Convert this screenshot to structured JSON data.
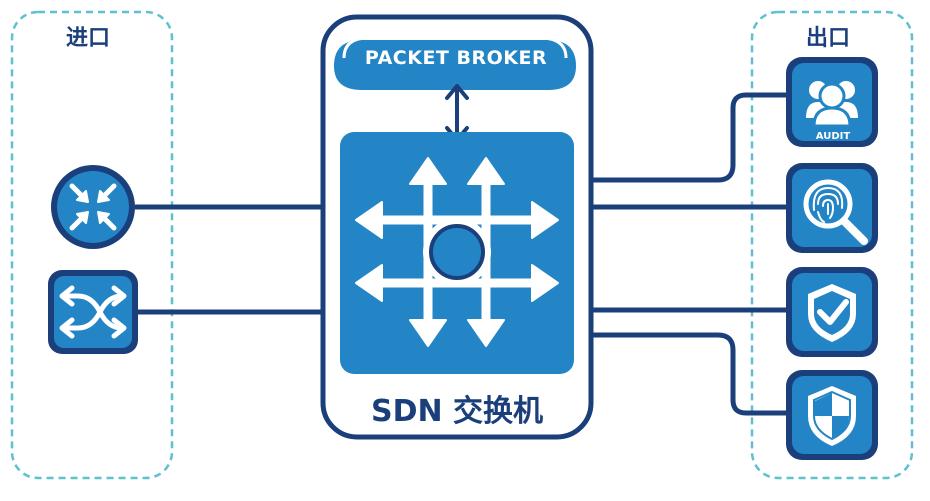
{
  "diagram": {
    "ingress_label": "进口",
    "egress_label": "出口",
    "packet_broker_label": "PACKET BROKER",
    "switch_label": "SDN 交换机",
    "audit_label": "AUDIT",
    "colors": {
      "navy": "#1a3f7a",
      "blue": "#2385c5",
      "dashed_border": "#5fc0d0",
      "white": "#ffffff"
    },
    "icons": [
      "converge-arrows-icon",
      "crossing-arrows-icon",
      "multidirectional-arrows-icon",
      "audit-users-icon",
      "fingerprint-search-icon",
      "shield-check-icon",
      "shield-cross-icon"
    ]
  }
}
